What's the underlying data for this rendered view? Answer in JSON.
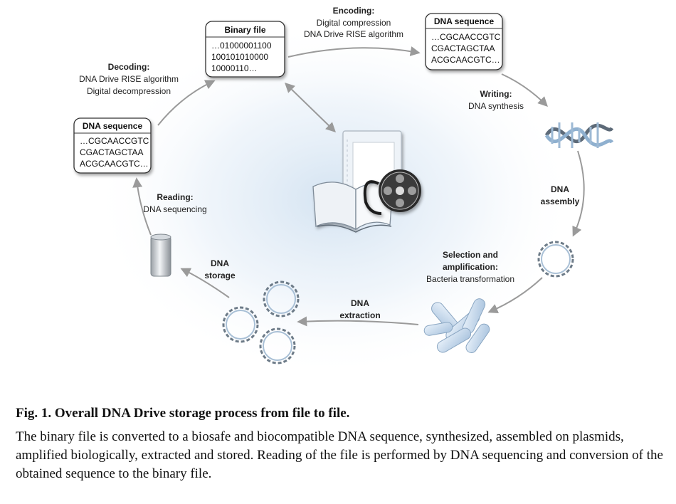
{
  "boxes": {
    "binary": {
      "title": "Binary file",
      "lines": [
        "…01000001100",
        "10010101000​0",
        "10000110…"
      ]
    },
    "dna_right": {
      "title": "DNA sequence",
      "lines": [
        "…CGCAACCGTC",
        "CGACTAGCTAA",
        "ACGCAACGTC…"
      ]
    },
    "dna_left": {
      "title": "DNA sequence",
      "lines": [
        "…CGCAACCGTC",
        "CGACTAGCTAA",
        "ACGCAACGTC…"
      ]
    }
  },
  "steps": {
    "encoding": {
      "title": "Encoding:",
      "lines": [
        "Digital compression",
        "DNA Drive RISE algorithm"
      ]
    },
    "decoding": {
      "title": "Decoding:",
      "lines": [
        "DNA Drive RISE algorithm",
        "Digital decompression"
      ]
    },
    "writing": {
      "title": "Writing:",
      "lines": [
        "DNA synthesis"
      ]
    },
    "assembly": {
      "title_lines": [
        "DNA",
        "assembly"
      ]
    },
    "selection": {
      "title_lines": [
        "Selection and",
        "amplification:"
      ],
      "lines": [
        "Bacteria transformation"
      ]
    },
    "extraction": {
      "title_lines": [
        "DNA",
        "extraction"
      ]
    },
    "storage": {
      "title_lines": [
        "DNA",
        "storage"
      ]
    },
    "reading": {
      "title": "Reading:",
      "lines": [
        "DNA sequencing"
      ]
    }
  },
  "caption": {
    "title": "Fig. 1. Overall DNA Drive storage process from file to file.",
    "text": "The binary file is converted to a biosafe and biocompatible DNA sequence, synthesized, assembled on plasmids, amplified biologically, extracted and stored. Reading of the file is performed by DNA sequencing and conversion of the obtained sequence to the binary file."
  }
}
